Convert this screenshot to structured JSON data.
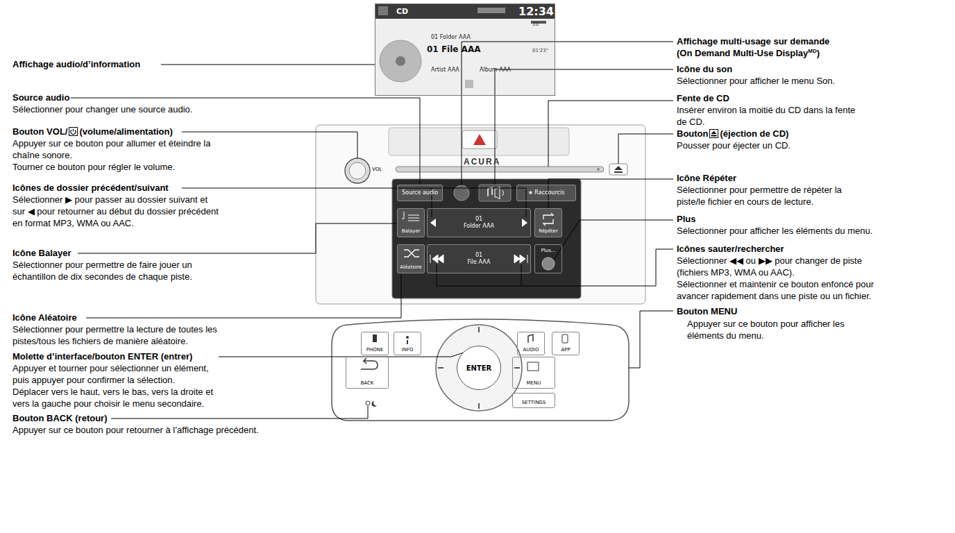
{
  "diagram": {
    "nodes": [
      {
        "text": [
          "CD",
          "12:34",
          "10",
          "01 Folder AAA",
          "01 File AAA",
          "01'23\"",
          "Artist AAA",
          "Album AAA"
        ]
      },
      {
        "text": [
          "Source audio"
        ]
      },
      {
        "text": [
          "★ Raccourcis"
        ]
      },
      {
        "text": [
          "Balayer"
        ]
      },
      {
        "text": [
          "01",
          "Folder AAA"
        ]
      },
      {
        "text": [
          "Répéter"
        ]
      },
      {
        "text": [
          "Aléatoire"
        ]
      },
      {
        "text": [
          "01",
          "File AAA"
        ]
      },
      {
        "text": [
          "Plus..."
        ]
      },
      {
        "text": [
          "PHONE"
        ]
      },
      {
        "text": [
          "INFO"
        ]
      },
      {
        "text": [
          "AUDIO"
        ]
      },
      {
        "text": [
          "APP"
        ]
      },
      {
        "text": [
          "BACK"
        ]
      },
      {
        "text": [
          "ENTER"
        ]
      },
      {
        "text": [
          "MENU"
        ]
      },
      {
        "text": [
          "SETTINGS"
        ]
      }
    ],
    "labels": [
      "Affichage audio/d’information",
      "Source audio",
      "Sélectionner pour changer une source audio.",
      "Bouton VOL/",
      "(volume/alimentation)",
      "Appuyer sur ce bouton pour allumer et éteindre la chaîne sonore.",
      "Tourner ce bouton pour régler le volume.",
      "Icônes de dossier précédent/suivant",
      "Sélectionner ▶ pour passer au dossier suivant et sur ◀ pour retourner au début du dossier précédent en format MP3, WMA ou AAC.",
      "Icône Balayer",
      "Sélectionner pour permettre de faire jouer un échantillon de dix secondes de chaque piste.",
      "Icône Aléatoire",
      "Sélectionner pour permettre la lecture de toutes les pistes/tous les fichiers de manière aléatoire.",
      "Molette d’interface/bouton ENTER (entrer)",
      "Appuyer et tourner pour sélectionner un élément, puis appuyer pour confirmer la sélection.",
      "Déplacer vers le haut, vers le bas, vers la droite et vers la gauche pour choisir le menu secondaire.",
      "Bouton BACK (retour)",
      "Appuyer sur ce bouton pour retourner à l’affichage précédent.",
      "Affichage multi-usage sur demande",
      "(On Demand Multi-Use Display",
      "MD",
      ")",
      "Icône du son",
      "Sélectionner pour afficher le menu Son.",
      "Fente de CD",
      "Insérer environ la moitié du CD dans la fente de CD.",
      "Bouton",
      "(éjection de CD)",
      "Pousser pour éjecter un CD.",
      "Icône Répéter",
      "Sélectionner pour permettre de répéter la piste/le fichier en cours de lecture.",
      "Plus",
      "Sélectionner pour afficher les éléments du menu.",
      "Icônes sauter/rechercher",
      "Sélectionner ◀◀ ou ▶▶ pour changer de piste (fichiers MP3, WMA ou AAC).",
      "Sélectionner et maintenir ce bouton enfoncé pour avancer rapidement dans une piste ou un fichier.",
      "Bouton MENU",
      "Appuyer sur ce bouton pour afficher les éléments du menu.",
      "VOL",
      "ACURA"
    ]
  }
}
